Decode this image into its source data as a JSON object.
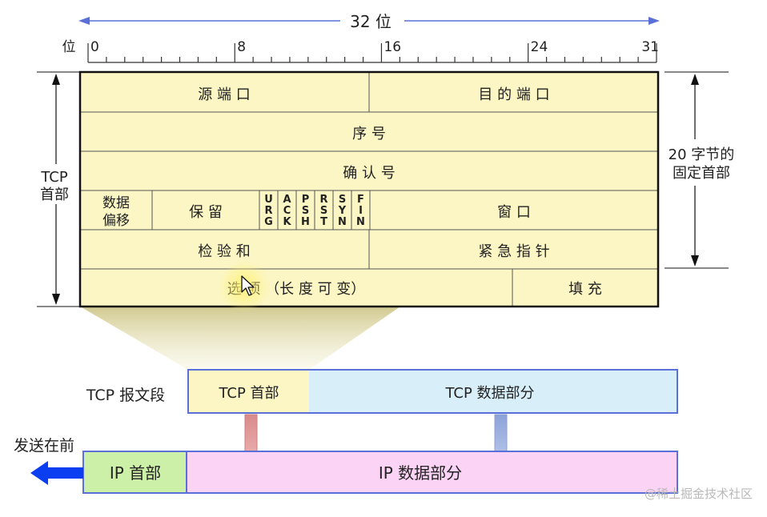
{
  "ruler": {
    "bits_label": "32 位",
    "bit_label": "位",
    "tick_labels": [
      "0",
      "8",
      "16",
      "24",
      "31"
    ]
  },
  "header_table": {
    "source_port": "源 端 口",
    "dest_port": "目 的 端 口",
    "seq": "序 号",
    "ack_num": "确 认 号",
    "data_offset_line1": "数据",
    "data_offset_line2": "偏移",
    "reserved": "保 留",
    "flags": [
      {
        "name": "urg",
        "chars": [
          "U",
          "R",
          "G"
        ]
      },
      {
        "name": "ack",
        "chars": [
          "A",
          "C",
          "K"
        ]
      },
      {
        "name": "psh",
        "chars": [
          "P",
          "S",
          "H"
        ]
      },
      {
        "name": "rst",
        "chars": [
          "R",
          "S",
          "T"
        ]
      },
      {
        "name": "syn",
        "chars": [
          "S",
          "Y",
          "N"
        ]
      },
      {
        "name": "fin",
        "chars": [
          "F",
          "I",
          "N"
        ]
      }
    ],
    "window": "窗 口",
    "checksum": "检 验 和",
    "urgent_ptr": "紧 急 指 针",
    "options": "选 项 （长 度 可 变）",
    "padding": "填 充"
  },
  "left_label": {
    "line1": "TCP",
    "line2": "首部"
  },
  "right_label": {
    "line1": "20 字节的",
    "line2": "固定首部"
  },
  "segment": {
    "label": "TCP 报文段",
    "header": "TCP 首部",
    "data": "TCP 数据部分"
  },
  "ip": {
    "send_first": "发送在前",
    "header": "IP 首部",
    "data": "IP 数据部分"
  },
  "watermark": "@稀土掘金技术社区",
  "colors": {
    "table_fill": "#fbf6c4",
    "segment_data_fill": "#d8eef8",
    "ip_header_fill": "#ccf0a8",
    "ip_data_fill": "#fbd3f5",
    "frame_blue": "#5b6fd8",
    "send_arrow": "#0a3ef0"
  }
}
